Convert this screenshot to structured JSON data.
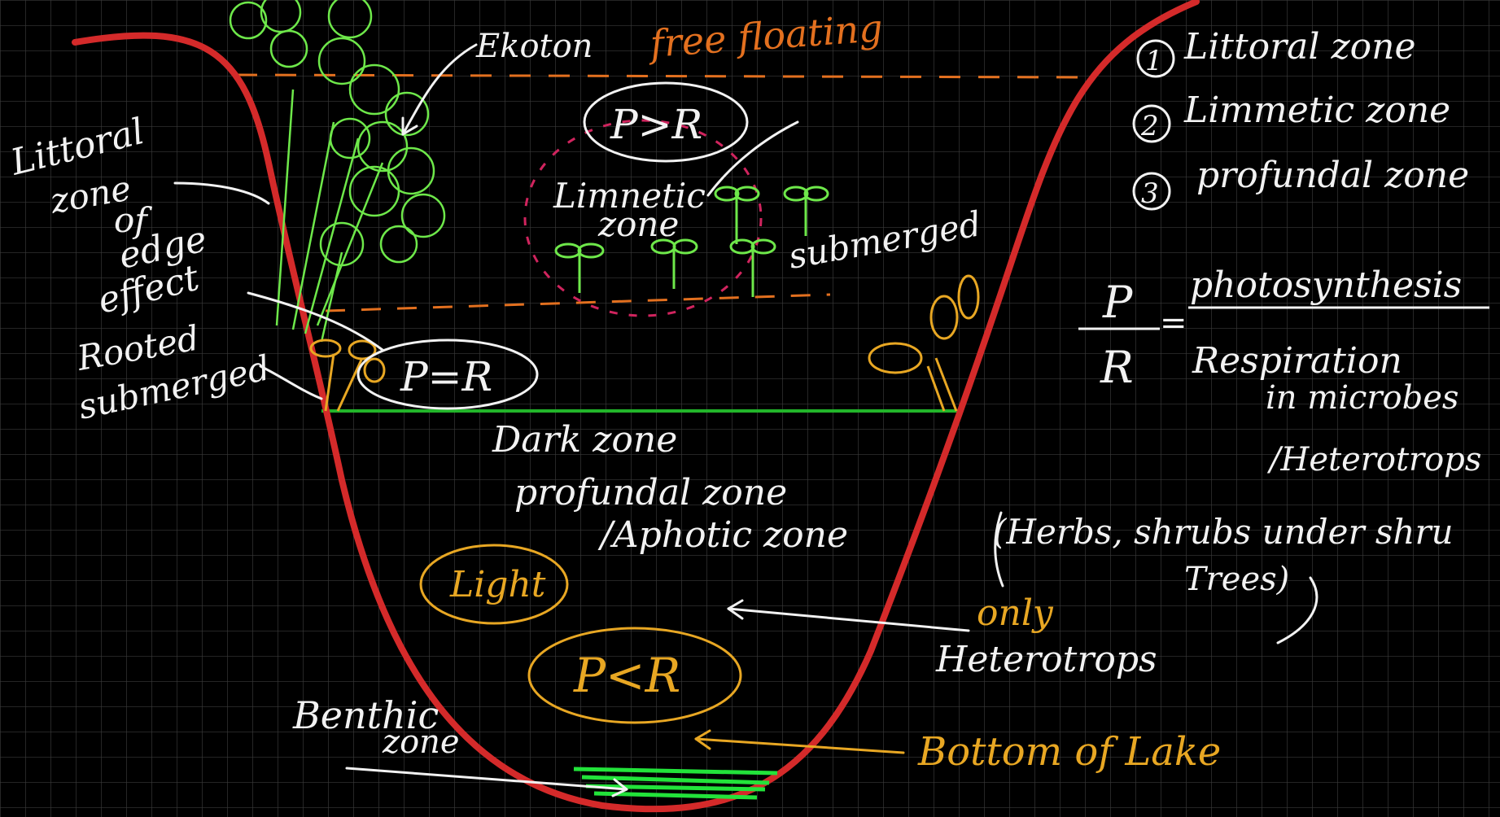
{
  "legend": {
    "item1": "Littoral zone",
    "item2": "Limmetic zone",
    "item3": "profundal zone",
    "num1": "1",
    "num2": "2",
    "num3": "3"
  },
  "ratio": {
    "p": "P",
    "eq": "=",
    "p_def": "photosynthesis",
    "r": "R",
    "r_def": "Respiration",
    "r_def2": "in microbes",
    "r_def3": "/Heterotrops"
  },
  "plants": {
    "text1": "(Herbs, shrubs under shru",
    "text2": "Trees)"
  },
  "labels": {
    "ekoton": "Ekoton",
    "free_floating": "free floating",
    "pgr": "P>R",
    "limnetic": "Limnetic",
    "limnetic2": "zone",
    "submerged": "submerged",
    "littoral1": "Littoral",
    "littoral2": "zone",
    "littoral3": "of",
    "littoral4": "edge",
    "littoral5": "effect",
    "rooted": "Rooted",
    "rooted2": "submerged",
    "peqr": "P=R",
    "dark": "Dark zone",
    "profundal": "profundal zone",
    "aphotic": "/Aphotic zone",
    "light": "Light",
    "only": "only",
    "heterotrops": "Heterotrops",
    "plr": "P<R",
    "benthic": "Benthic",
    "benthic2": "zone",
    "bottom": "Bottom of Lake"
  },
  "colors": {
    "board": "#000000",
    "grid": "#3a3a3a",
    "lake_outline": "#d42a2a",
    "chalk": "#f2f2f2",
    "plant_green": "#6ee84a",
    "highlight_yellow": "#e8a723",
    "dash_orange": "#e3701f",
    "dash_pink": "#d0245e"
  }
}
